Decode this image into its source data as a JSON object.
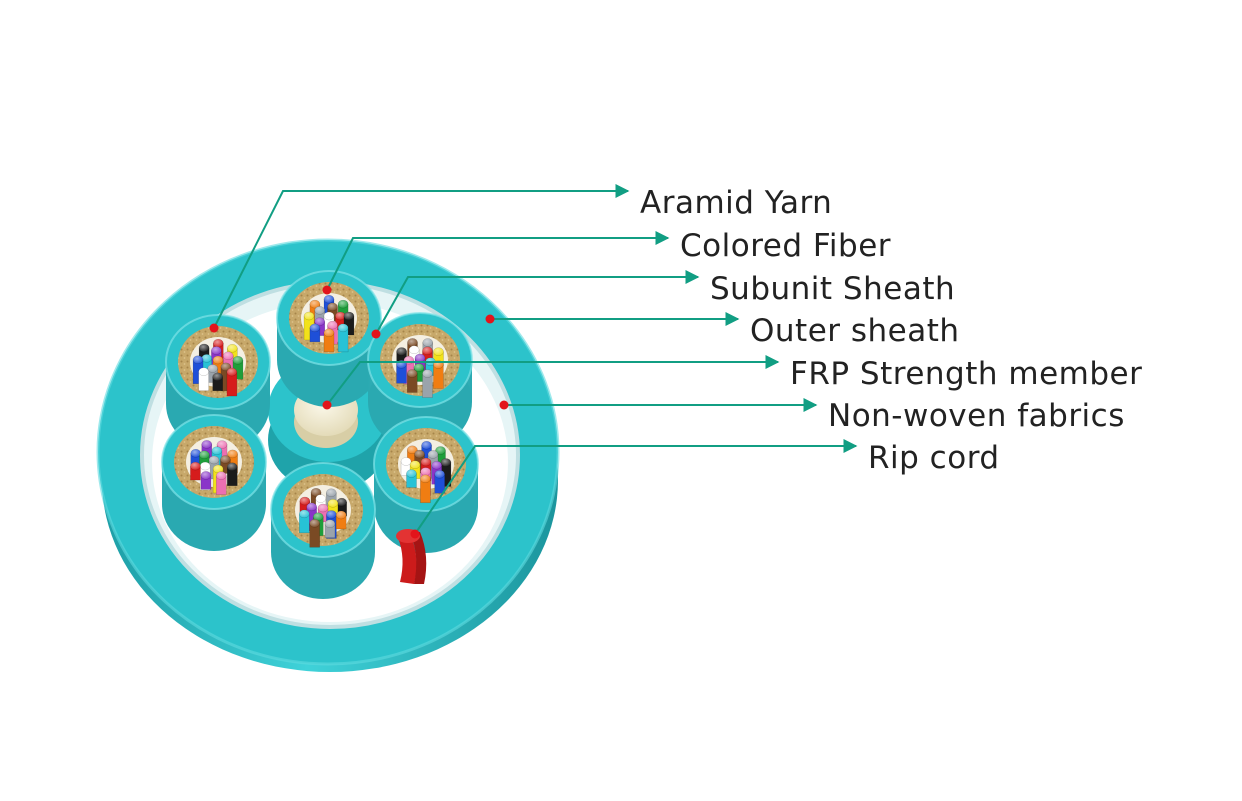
{
  "colors": {
    "background": "#ffffff",
    "sheath": "#2cc3cb",
    "sheath_dark": "#1fa3aa",
    "sheath_light": "#5fdbe0",
    "leader": "#119e83",
    "marker": "#e3141b",
    "aramid": "#c7a86a",
    "frp": "#eee8cf",
    "nonwoven": "#d9eef0",
    "ripcord": "#cc1b1b",
    "text": "#222222"
  },
  "fiber_colors": [
    "#1e4fd8",
    "#f07d12",
    "#1e9e3a",
    "#7a4a24",
    "#9aa3ab",
    "#ffffff",
    "#d61c1c",
    "#1b1b1b",
    "#f2e21a",
    "#8a35c9",
    "#ec6fb2",
    "#27c2d6"
  ],
  "callouts": [
    {
      "id": "aramid-yarn",
      "label": "Aramid Yarn"
    },
    {
      "id": "colored-fiber",
      "label": "Colored Fiber"
    },
    {
      "id": "subunit-sheath",
      "label": "Subunit Sheath"
    },
    {
      "id": "outer-sheath",
      "label": "Outer sheath"
    },
    {
      "id": "frp-strength-member",
      "label": "FRP Strength member"
    },
    {
      "id": "non-woven-fabrics",
      "label": "Non-woven fabrics"
    },
    {
      "id": "rip-cord",
      "label": "Rip cord"
    }
  ]
}
